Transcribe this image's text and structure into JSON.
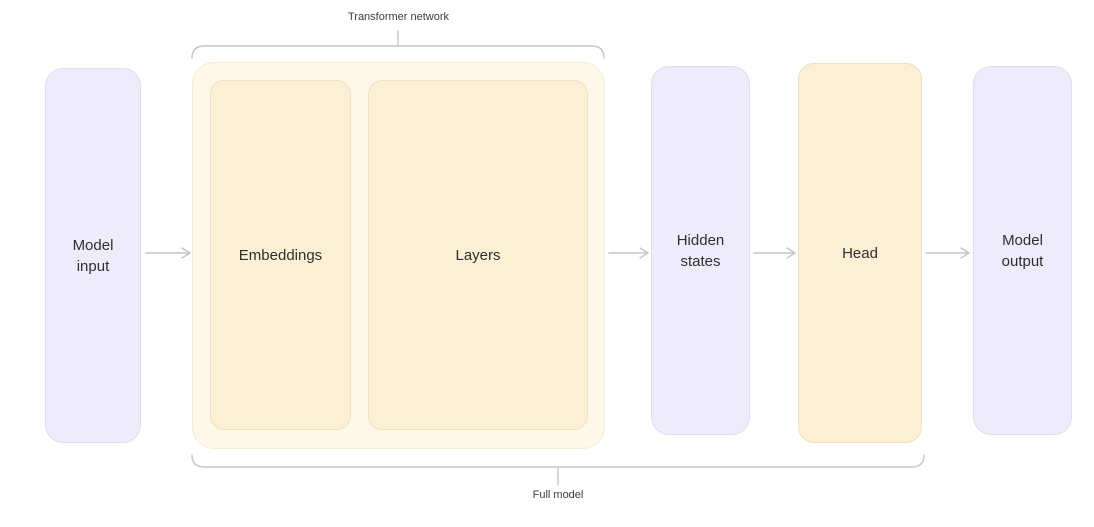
{
  "groups": {
    "transformer_network": {
      "label": "Transformer network"
    },
    "full_model": {
      "label": "Full model"
    }
  },
  "nodes": {
    "model_input": {
      "line1": "Model",
      "line2": "input"
    },
    "embeddings": {
      "label": "Embeddings"
    },
    "layers": {
      "label": "Layers"
    },
    "hidden_states": {
      "line1": "Hidden",
      "line2": "states"
    },
    "head": {
      "label": "Head"
    },
    "model_output": {
      "line1": "Model",
      "line2": "output"
    }
  },
  "colors": {
    "background": "#ffffff",
    "io_fill": "#eeecfa",
    "io_border": "#e0ddf3",
    "group_fill": "#fdf8e9",
    "group_border": "#f5ecd5",
    "component_fill": "#fbefd5",
    "component_border": "#f1e1bc",
    "connector": "#c5c5c5",
    "label_text": "#2f2f2f",
    "bracket_text": "#3c3c3c"
  }
}
